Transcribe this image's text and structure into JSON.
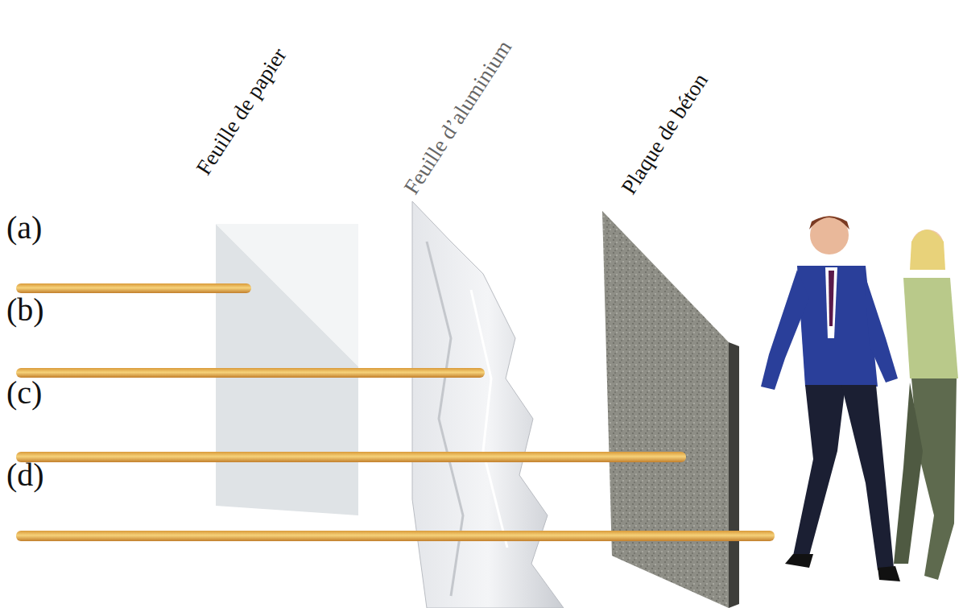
{
  "diagram": {
    "labels": [
      "(a)",
      "(b)",
      "(c)",
      "(d)",
      "Feuille de papier",
      "Feuille d’aluminium",
      "Plaque de béton"
    ]
  }
}
